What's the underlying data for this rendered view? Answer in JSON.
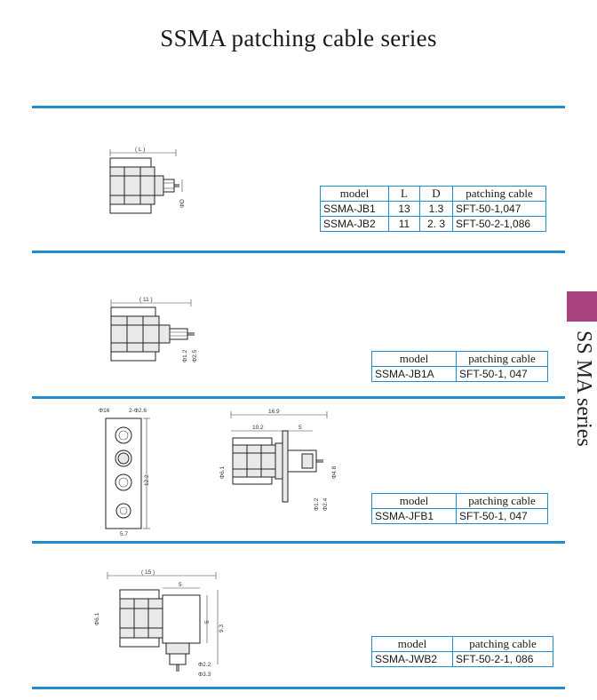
{
  "page": {
    "title": "SSMA patching cable series"
  },
  "side_tab": {
    "label": "SS MA series"
  },
  "sections": [
    {
      "drawing_labels": {
        "length": "( L )",
        "dia": "ΦD"
      },
      "headers": [
        "model",
        "L",
        "D",
        "patching cable"
      ],
      "rows": [
        [
          "SSMA-JB1",
          "13",
          "1.3",
          "SFT-50-1,047"
        ],
        [
          "SSMA-JB2",
          "11",
          "2. 3",
          "SFT-50-2-1,086"
        ]
      ]
    },
    {
      "drawing_labels": {
        "length": "( 11 )",
        "dia_inner": "Φ1.2",
        "dia_outer": "Φ2.5"
      },
      "headers": [
        "model",
        "patching cable"
      ],
      "rows": [
        [
          "SSMA-JB1A",
          "SFT-50-1, 047"
        ]
      ]
    },
    {
      "drawing_labels": {
        "flange_hole": "Φ16",
        "holes": "2-Φ2.6",
        "height": "12.2",
        "width": "5.7",
        "total": "16.9",
        "front": "10.2",
        "rear": "5",
        "body_dia": "Φ6.1",
        "pin_dia": "Φ1.2",
        "mid_dia": "Φ2.4",
        "out_dia": "Φ4.8"
      },
      "headers": [
        "model",
        "patching cable"
      ],
      "rows": [
        [
          "SSMA-JFB1",
          "SFT-50-1, 047"
        ]
      ]
    },
    {
      "drawing_labels": {
        "length": "( 15 )",
        "rear": "5",
        "drop": "5",
        "height": "9.3",
        "body_dia": "Φ6.1",
        "inner_dia": "Φ2.2",
        "outer_dia": "Φ3.3"
      },
      "headers": [
        "model",
        "patching cable"
      ],
      "rows": [
        [
          "SSMA-JWB2",
          "SFT-50-2-1, 086"
        ]
      ]
    }
  ],
  "colors": {
    "rule": "#1d8fd0",
    "tab": "#a8437f",
    "table_border": "#1d8fd0"
  }
}
